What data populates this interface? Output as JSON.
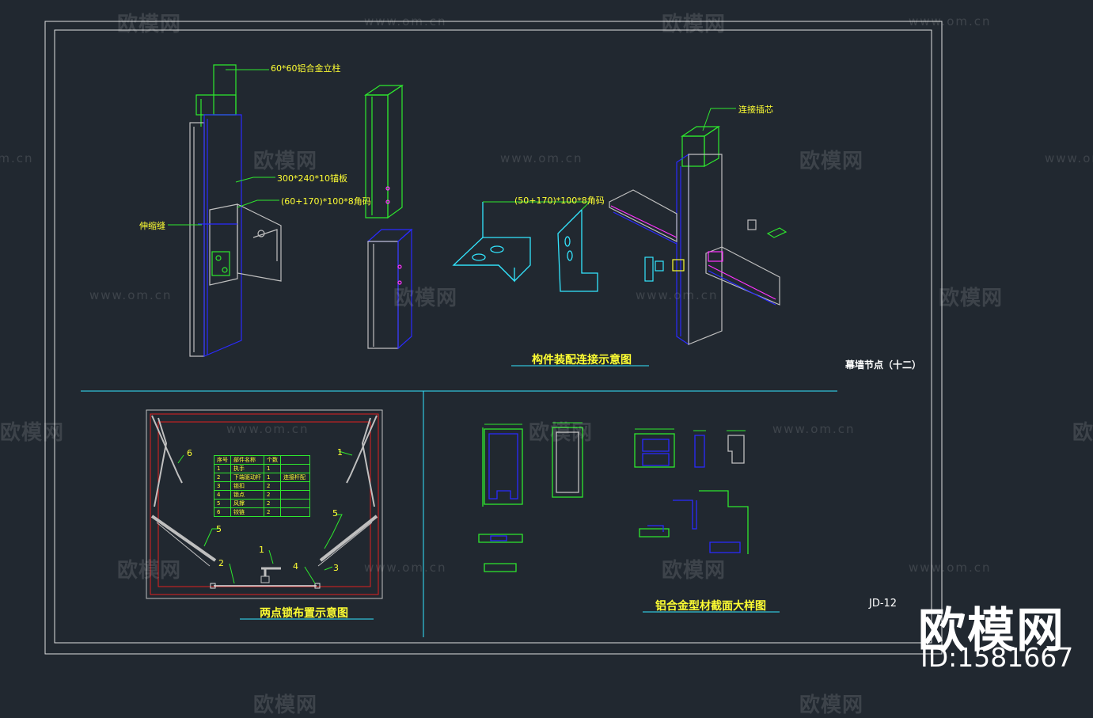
{
  "drawing": {
    "sheet_title": "幕墙节点（十二）",
    "sheet_code": "JD-12",
    "sections": {
      "assembly_title": "构件装配连接示意图",
      "lock_title": "两点锁布置示意图",
      "profile_title": "铝合金型材截面大样图"
    },
    "callouts": {
      "column": "60*60铝合金立柱",
      "plate": "300*240*10锚板",
      "angle_code": "(60+170)*100*8角码",
      "expansion_joint": "伸缩缝",
      "angle_code_2": "(50+170)*100*8角码",
      "core": "连接插芯"
    },
    "lock_numbers": [
      "6",
      "1",
      "5",
      "5",
      "1",
      "2",
      "4",
      "3"
    ],
    "lock_table": {
      "headers": [
        "序号",
        "部件名称",
        "个数",
        ""
      ],
      "rows": [
        [
          "1",
          "执手",
          "1",
          ""
        ],
        [
          "2",
          "下端驱动杆",
          "1",
          "连接杆配"
        ],
        [
          "3",
          "锁扣",
          "2",
          ""
        ],
        [
          "4",
          "锁点",
          "2",
          ""
        ],
        [
          "5",
          "风撑",
          "2",
          ""
        ],
        [
          "6",
          "铰链",
          "2",
          ""
        ]
      ]
    }
  },
  "watermark": {
    "logo_text": "欧模网",
    "url_text": "www.om.cn",
    "brand": "欧模网",
    "id_text": "ID:1581667"
  },
  "colors": {
    "background": "#212830",
    "callout": "#ffff33",
    "green": "#2ee82e",
    "blue": "#2a2aff",
    "cyan": "#33e6ff",
    "magenta": "#ff33ff",
    "red": "#e02020"
  }
}
